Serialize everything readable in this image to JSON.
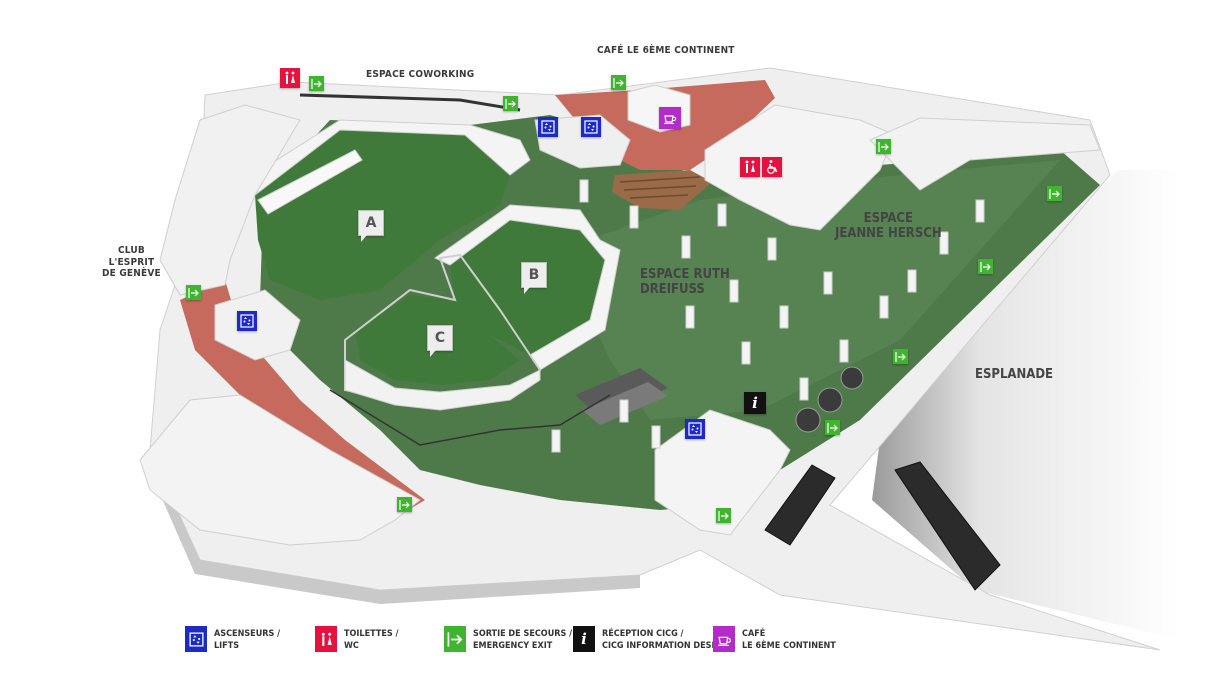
{
  "labels": {
    "coworking": "ESPACE COWORKING",
    "cafe_title": "CAFÉ LE 6ÈME CONTINENT",
    "club_l1": "CLUB",
    "club_l2": "L'ESPRIT",
    "club_l3": "DE GENÈVE",
    "ruth_l1": "ESPACE RUTH",
    "ruth_l2": "DREIFUSS",
    "hersch_l1": "ESPACE",
    "hersch_l2": "JEANNE HERSCH",
    "esplanade": "ESPLANADE"
  },
  "zones": {
    "a": "A",
    "b": "B",
    "c": "C"
  },
  "info_glyph": "i",
  "icons": {
    "lift": "elevator-icon",
    "wc": "toilet-icon",
    "accessible": "wheelchair-icon",
    "exit": "emergency-exit-icon",
    "info": "info-icon",
    "cafe": "coffee-cup-icon"
  },
  "colors": {
    "floor_green": "#4e7a4a",
    "corridor_red": "#c56a5c",
    "wall_white": "#f2f2f2",
    "lift_blue": "#1c2bc4",
    "wc_red": "#e3123e",
    "exit_green": "#3fb52f",
    "info_black": "#111111",
    "cafe_purple": "#b32cc9"
  },
  "legend": [
    {
      "key": "lift",
      "line1": "ASCENSEURS /",
      "line2": "LIFTS"
    },
    {
      "key": "wc",
      "line1": "TOILETTES /",
      "line2": "WC"
    },
    {
      "key": "exit",
      "line1": "SORTIE DE SECOURS /",
      "line2": "EMERGENCY EXIT"
    },
    {
      "key": "info",
      "line1": "RÉCEPTION CICG /",
      "line2": "CICG INFORMATION DESK"
    },
    {
      "key": "cafe",
      "line1": "CAFÉ",
      "line2": "LE 6ÈME CONTINENT"
    }
  ]
}
